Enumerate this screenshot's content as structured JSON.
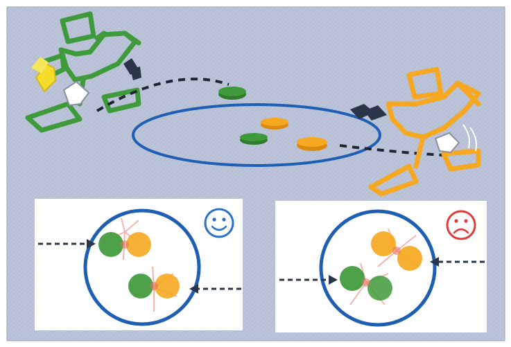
{
  "figure": {
    "top_scene": {
      "players": [
        {
          "role": "left-player",
          "color": "#3e9a3a"
        },
        {
          "role": "right-player",
          "color": "#f6a821"
        }
      ],
      "target_ring_color": "#1e5fb4",
      "stone_colors": [
        "#3e9a3a",
        "#f6a821"
      ]
    },
    "panels": [
      {
        "outcome": "good",
        "face_icon": "smiley-face-icon",
        "face_color": "#2a6fc9"
      },
      {
        "outcome": "bad",
        "face_icon": "sad-face-icon",
        "face_color": "#e23a3a"
      }
    ],
    "colors": {
      "background": "#bcc4d9",
      "panel_bg": "#ffffff",
      "arrow": "#2b3548"
    }
  }
}
